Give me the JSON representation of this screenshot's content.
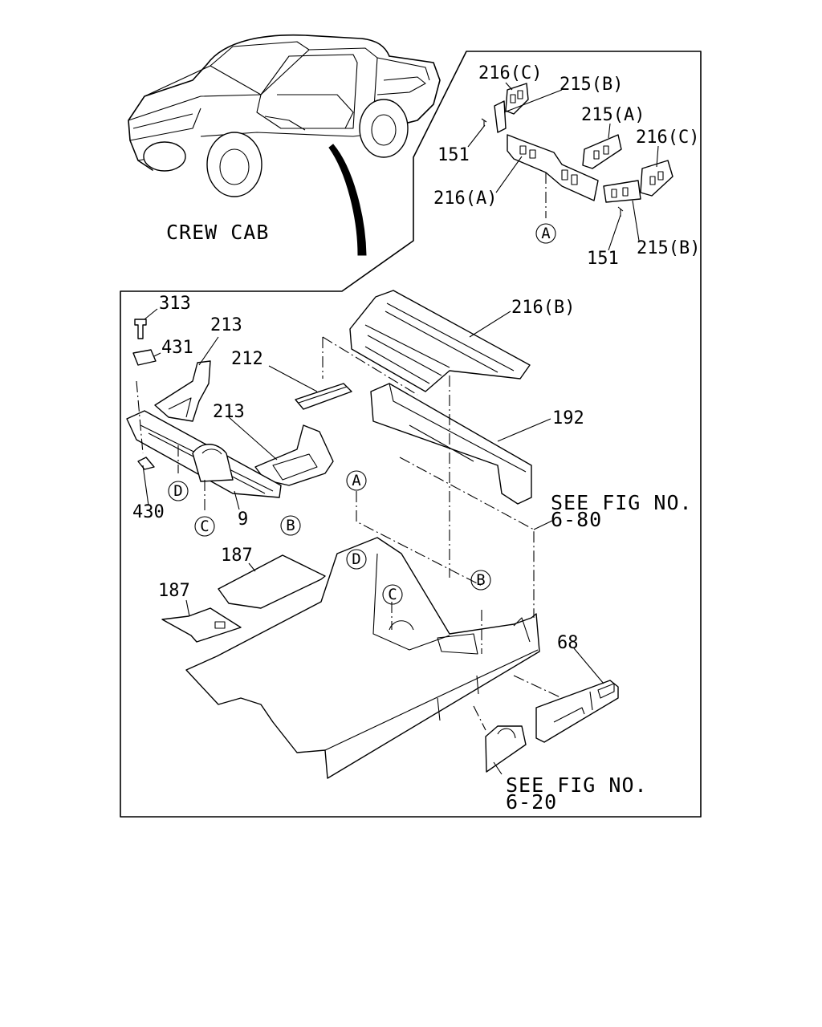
{
  "vehicle_label": "CREW CAB",
  "references": {
    "upper": {
      "line1": "SEE FIG NO.",
      "line2": "6-80"
    },
    "lower": {
      "line1": "SEE FIG NO.",
      "line2": "6-20"
    }
  },
  "inset_labels": {
    "p216c_a": "216(C)",
    "p215b_a": "215(B)",
    "p215a": "215(A)",
    "p216c_b": "216(C)",
    "p151_a": "151",
    "p216a": "216(A)",
    "p151_b": "151",
    "p215b_b": "215(B)",
    "callout_a": "A"
  },
  "main_labels": {
    "p313": "313",
    "p431": "431",
    "p213_a": "213",
    "p212": "212",
    "p216b": "216(B)",
    "p213_b": "213",
    "p192": "192",
    "p430": "430",
    "p9": "9",
    "p187_a": "187",
    "p187_b": "187",
    "p68": "68"
  },
  "callouts": {
    "d_left": "D",
    "c_left": "C",
    "b_left": "B",
    "a_main": "A",
    "d_floor": "D",
    "c_floor": "C",
    "b_floor": "B"
  }
}
